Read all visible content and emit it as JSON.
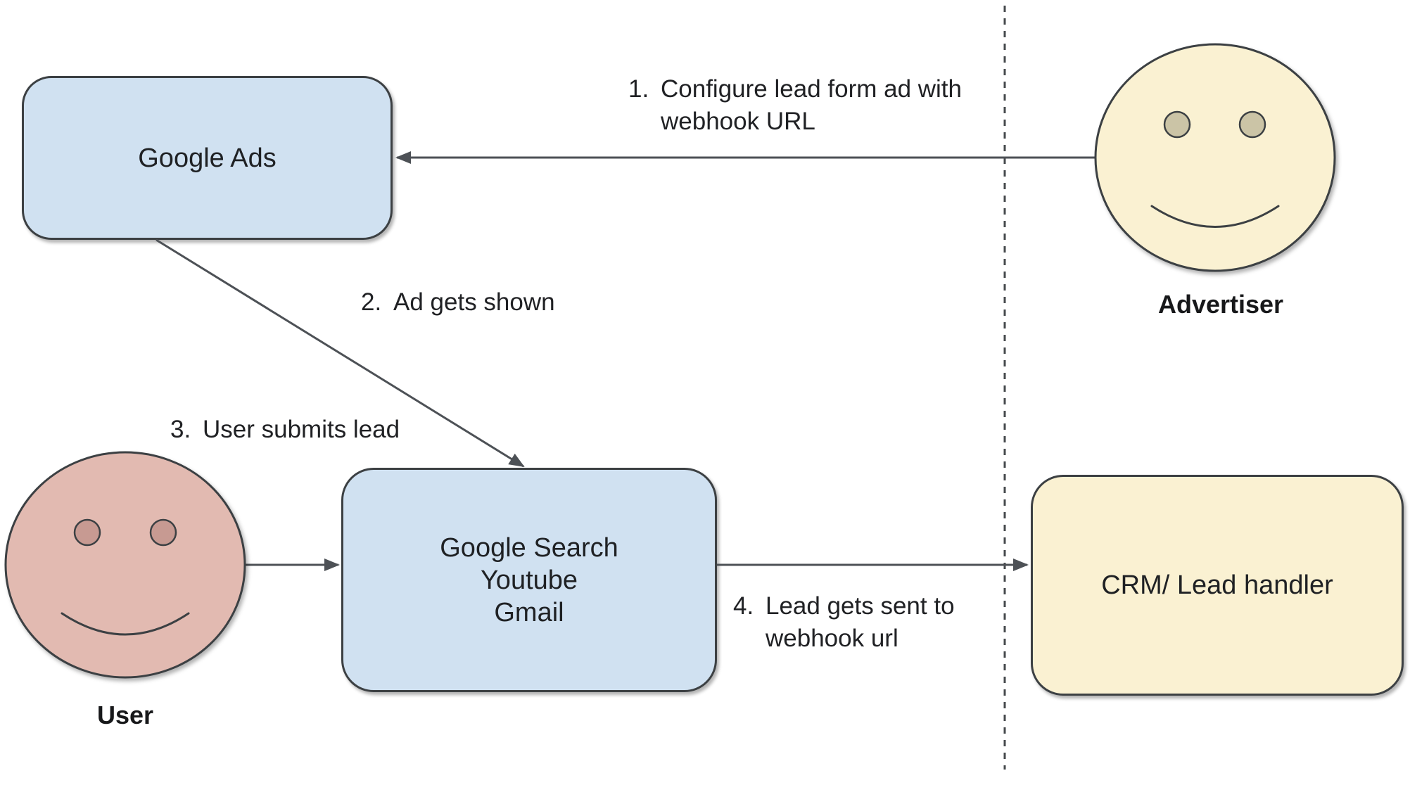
{
  "diagram": {
    "boxes": {
      "google_ads": {
        "label": "Google Ads"
      },
      "google_surfaces": {
        "lines": [
          "Google Search",
          "Youtube",
          "Gmail"
        ]
      },
      "crm": {
        "label": "CRM/ Lead handler"
      }
    },
    "actors": {
      "advertiser": {
        "label": "Advertiser",
        "icon": "smiley-face"
      },
      "user": {
        "label": "User",
        "icon": "smiley-face"
      }
    },
    "steps": {
      "step1": {
        "num": "1.",
        "line1": "Configure lead form ad with",
        "line2": "webhook URL"
      },
      "step2": {
        "num": "2.",
        "line1": "Ad gets shown"
      },
      "step3": {
        "num": "3.",
        "line1": "User submits lead"
      },
      "step4": {
        "num": "4.",
        "line1": "Lead gets sent to",
        "line2": "webhook url"
      }
    },
    "colors": {
      "box_blue_fill": "#d0e1f1",
      "box_yellow_fill": "#faf1d2",
      "face_yellow_fill": "#faf1d2",
      "face_pink_fill": "#e2bab1",
      "eye_tan_fill": "#cbc4a6",
      "eye_rose_fill": "#c79a92",
      "shape_border": "#3c4043",
      "arrow_stroke": "#4d5156",
      "divider_stroke": "#46494c",
      "text_color": "#202124"
    }
  }
}
